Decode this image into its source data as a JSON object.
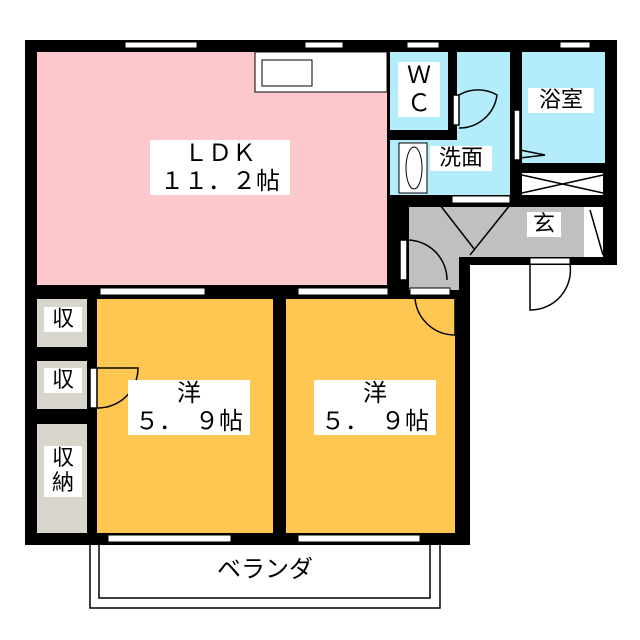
{
  "rooms": {
    "ldk": {
      "name": "ＬＤＫ",
      "size": "１１．２帖"
    },
    "wc": {
      "line1": "Ｗ",
      "line2": "Ｃ"
    },
    "washroom": {
      "name": "洗面"
    },
    "bath": {
      "name": "浴室"
    },
    "entrance": {
      "name": "玄"
    },
    "western1": {
      "name": "洋",
      "size": "５．　９帖"
    },
    "western2": {
      "name": "洋",
      "size": "５．　９帖"
    },
    "storage1": {
      "name": "収"
    },
    "storage2": {
      "name": "収"
    },
    "closet": {
      "line1": "収",
      "line2": "納"
    },
    "balcony": {
      "name": "ベランダ"
    }
  },
  "colors": {
    "ldk": "#fdc8cb",
    "wet": "#b3ecfb",
    "western": "#fec752",
    "entrance": "#c0c0c0",
    "storage": "#d8d6cc"
  }
}
